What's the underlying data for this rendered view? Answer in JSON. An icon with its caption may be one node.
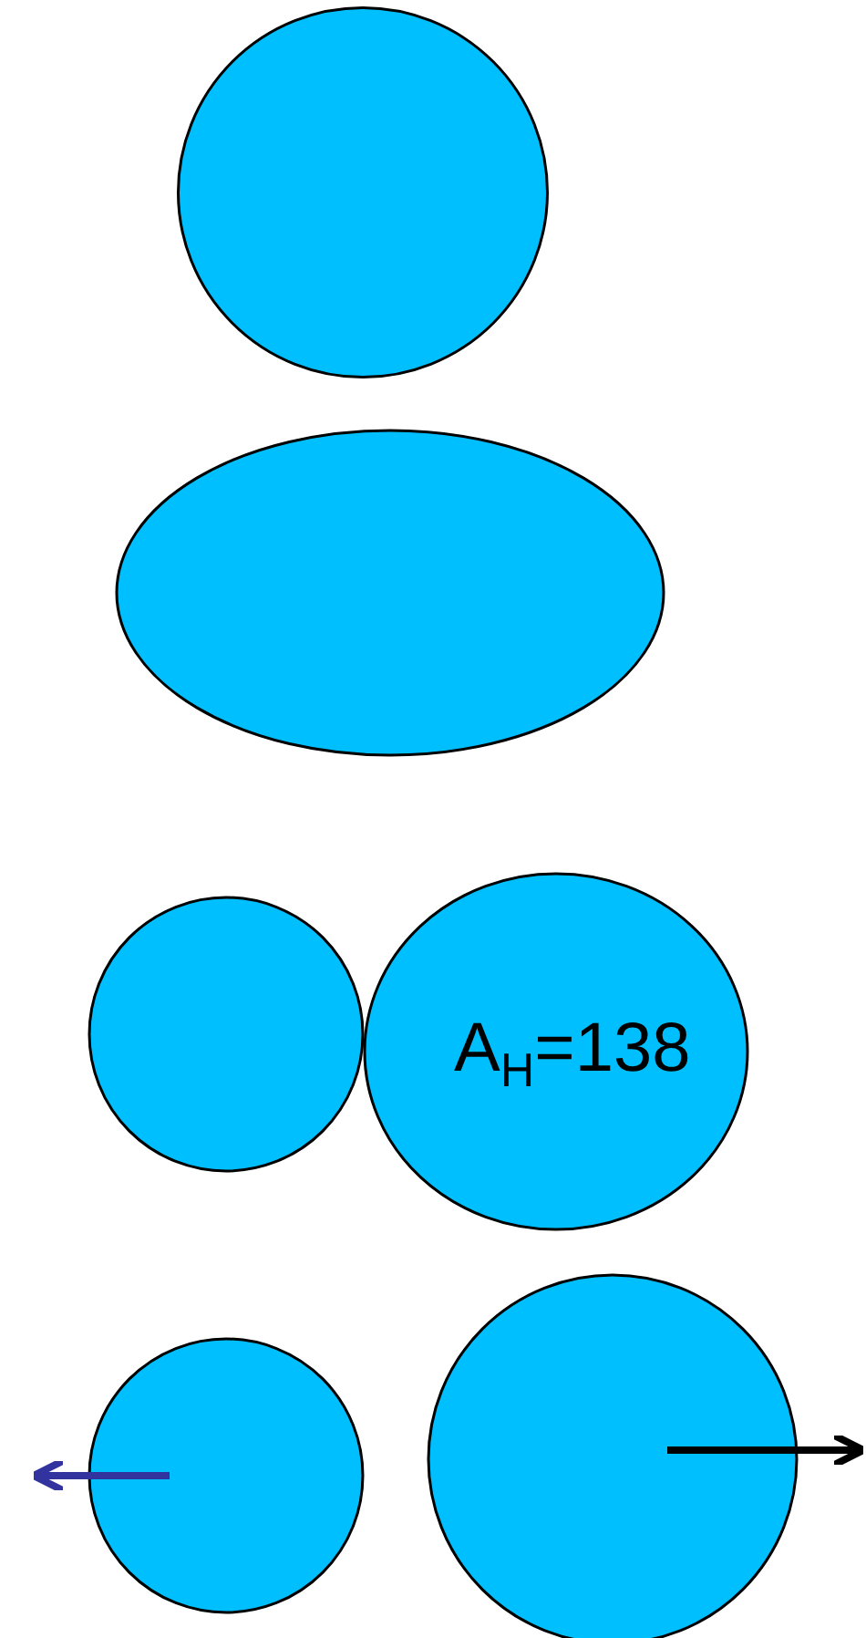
{
  "diagram": {
    "nodes": [
      {
        "text": [],
        "shape": "circle"
      },
      {
        "text": [],
        "shape": "ellipse"
      },
      {
        "text": [],
        "shape": "circle"
      },
      {
        "text": [
          "A$_{H}$=138"
        ]
      },
      {
        "text": [],
        "shape": "circle"
      },
      {
        "text": [],
        "shape": "circle"
      }
    ],
    "edges": []
  }
}
